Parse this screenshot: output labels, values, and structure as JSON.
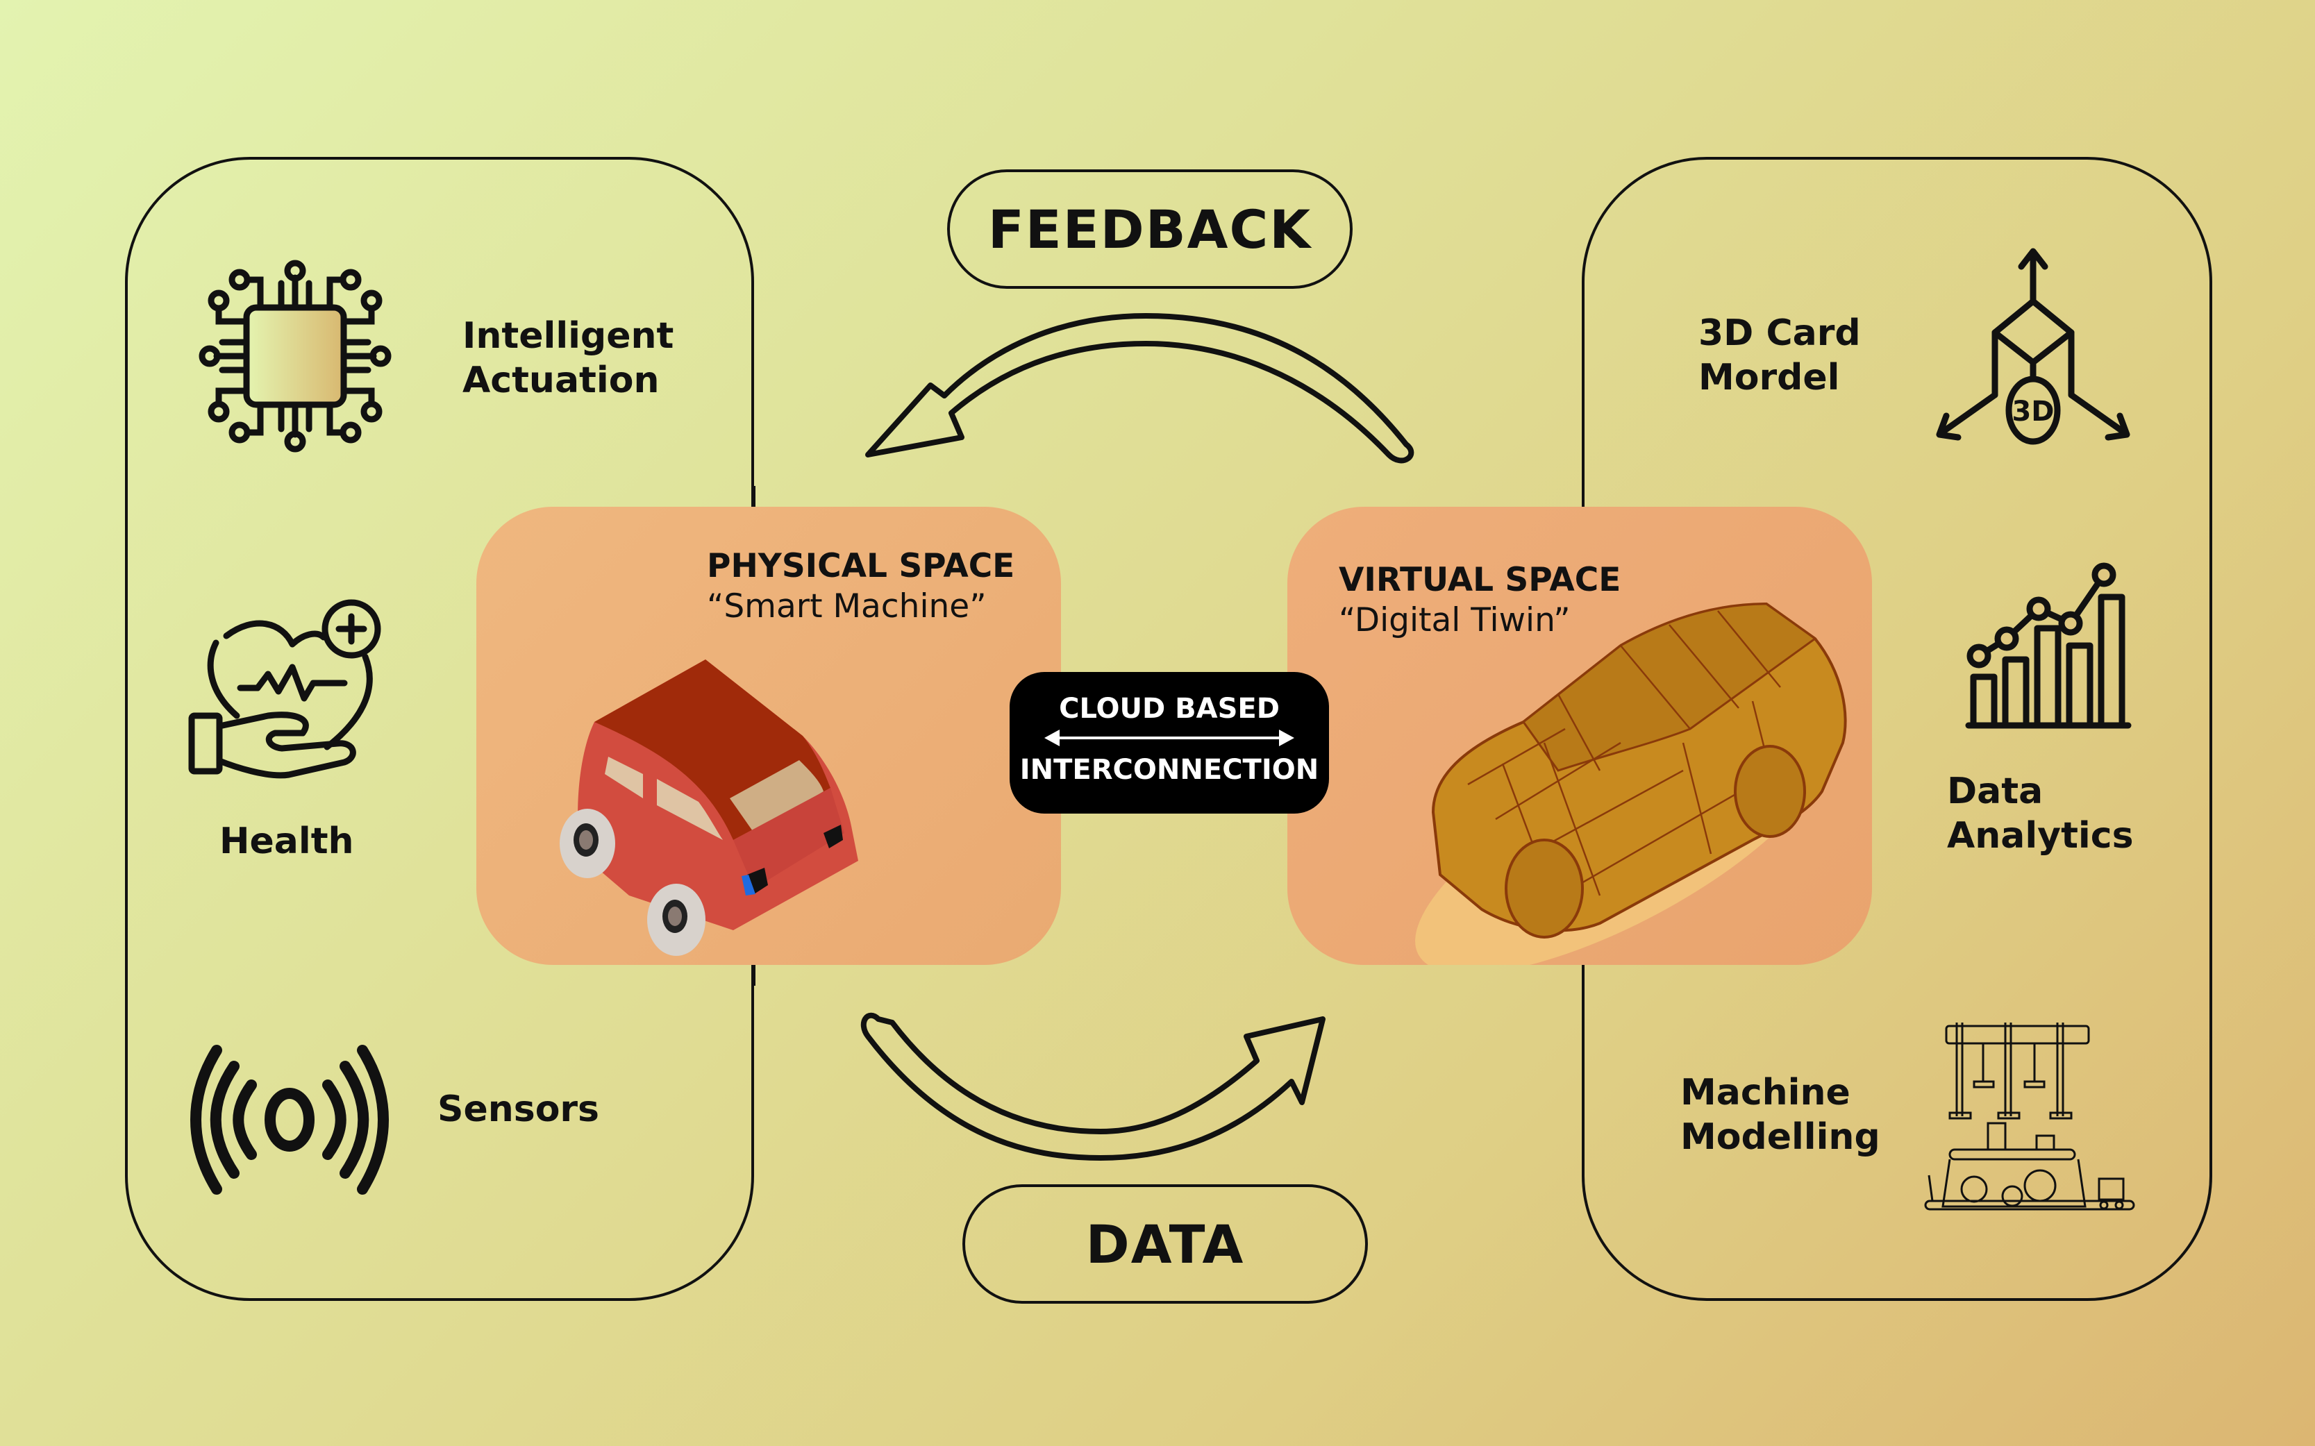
{
  "diagram": {
    "title_top": "FEEDBACK",
    "title_bottom": "DATA",
    "center": {
      "line1": "CLOUD BASED",
      "line2": "INTERCONNECTION",
      "arrow_icon": "double-headed-arrow"
    },
    "physical": {
      "title": "PHYSICAL SPACE",
      "subtitle": "“Smart Machine”",
      "illustration": "red-car-isometric"
    },
    "virtual": {
      "title": "VIRTUAL SPACE",
      "subtitle": "“Digital Tiwin”",
      "illustration": "wireframe-suv-isometric"
    },
    "left_items": [
      {
        "label_line1": "Intelligent",
        "label_line2": "Actuation",
        "icon": "microchip-icon"
      },
      {
        "label": "Health",
        "icon": "heart-in-hand-icon"
      },
      {
        "label": "Sensors",
        "icon": "signal-waves-icon"
      }
    ],
    "right_items": [
      {
        "label_line1": "3D Card",
        "label_line2": "Mordel",
        "icon": "3d-cube-axes-icon"
      },
      {
        "label_line1": "Data",
        "label_line2": "Analytics",
        "icon": "bar-line-chart-icon"
      },
      {
        "label_line1": "Machine",
        "label_line2": "Modelling",
        "icon": "industrial-machine-icon"
      }
    ],
    "colors": {
      "card_orange": "#eeb07a",
      "car_red": "#d24c3f",
      "car_roof": "#a02a0a",
      "wire_car": "#c88a1f",
      "ink": "#111111"
    }
  }
}
